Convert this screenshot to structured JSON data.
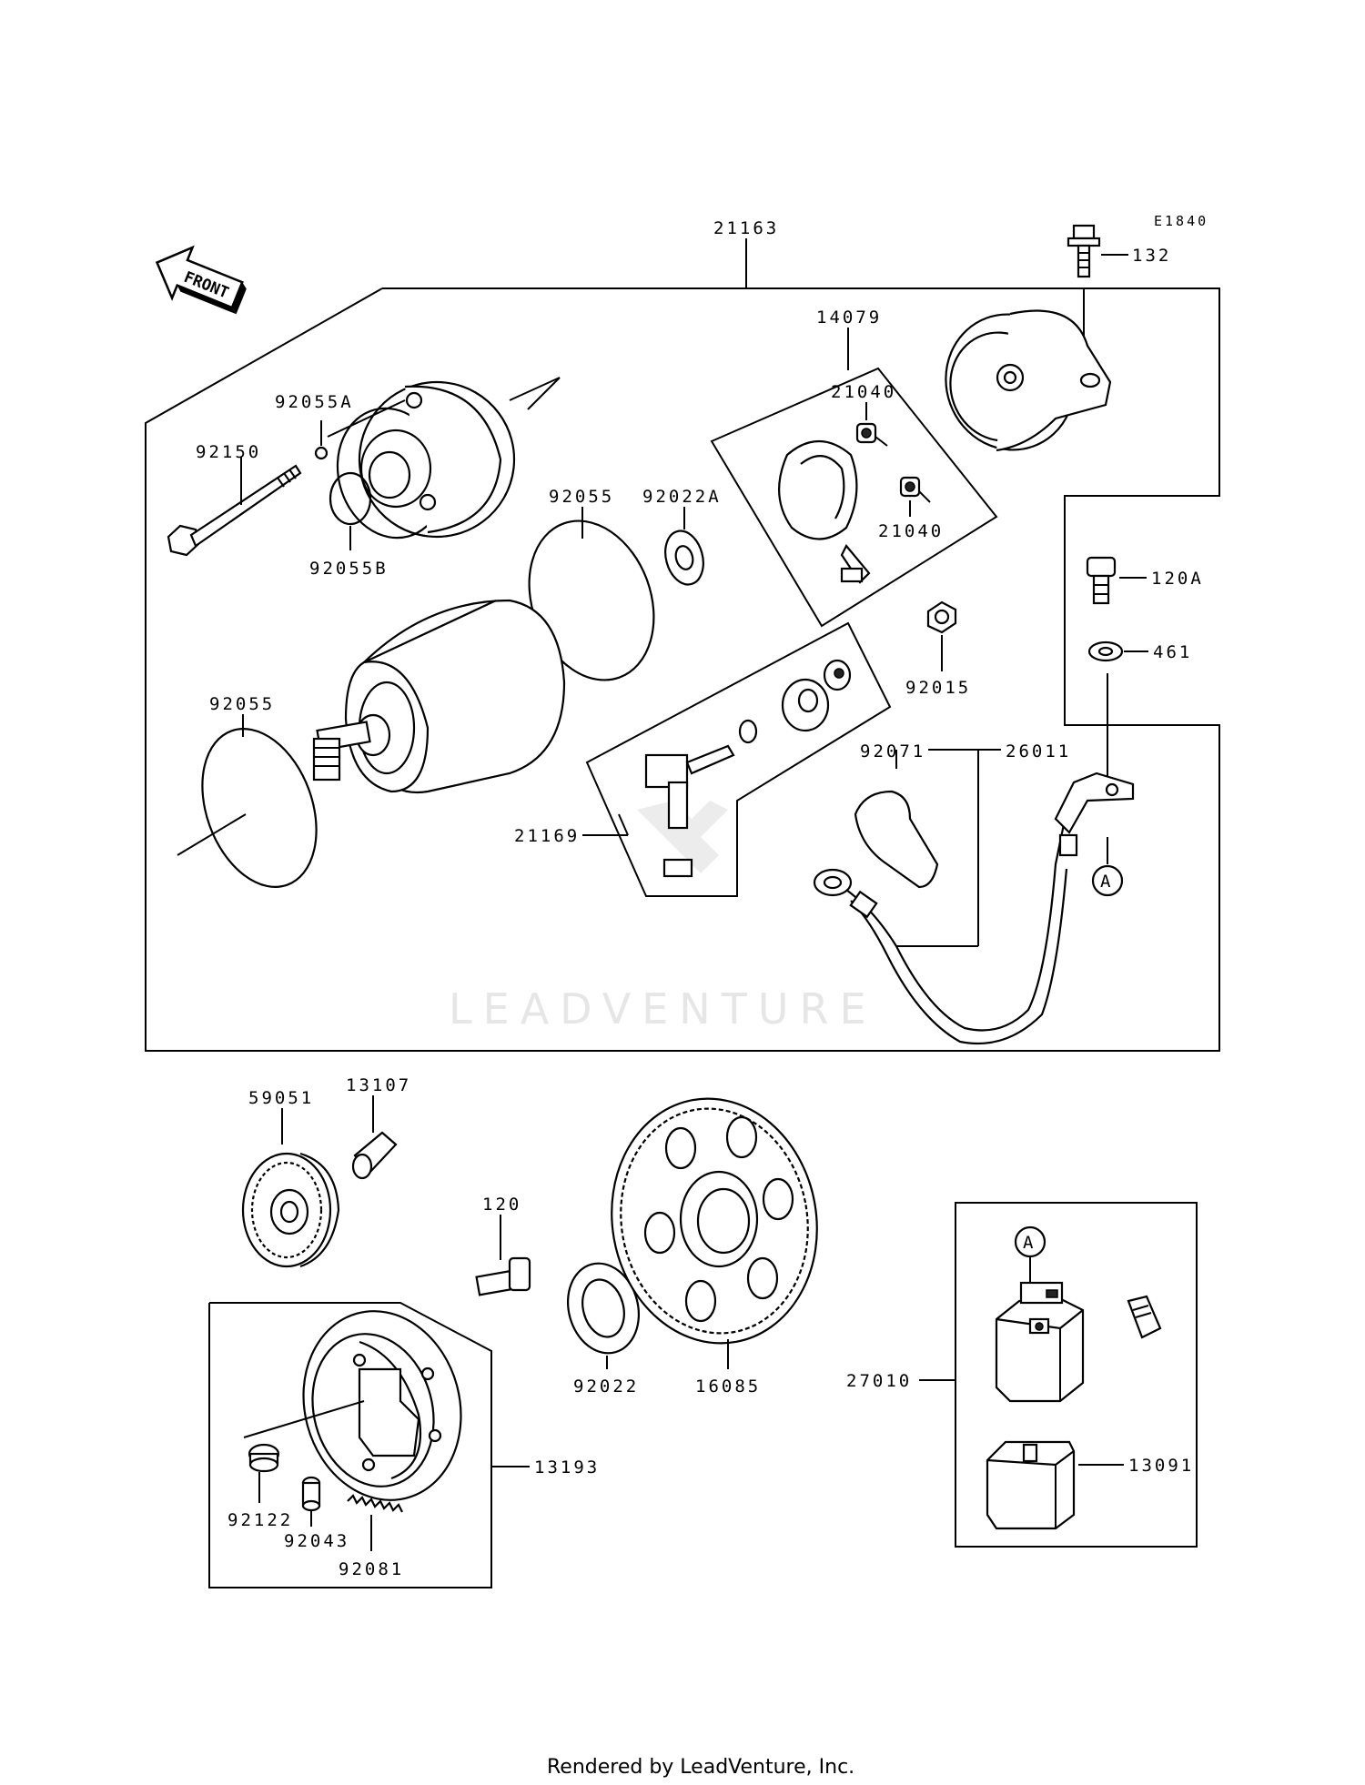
{
  "diagram_code": "E1840",
  "front_label": "FRONT",
  "watermark": "LEADVENTURE",
  "footer": "Rendered by LeadVenture, Inc.",
  "callout_marker": "A",
  "parts": {
    "p21163": "21163",
    "p132": "132",
    "p14079": "14079",
    "p21040a": "21040",
    "p21040b": "21040",
    "p92055A": "92055A",
    "p92150": "92150",
    "p92055B": "92055B",
    "p92055a": "92055",
    "p92022A": "92022A",
    "p120A": "120A",
    "p461": "461",
    "p92015": "92015",
    "p92055b": "92055",
    "p92071": "92071",
    "p26011": "26011",
    "p21169": "21169",
    "p59051": "59051",
    "p13107": "13107",
    "p120": "120",
    "p92022": "92022",
    "p16085": "16085",
    "p27010": "27010",
    "p13091": "13091",
    "p13193": "13193",
    "p92122": "92122",
    "p92043": "92043",
    "p92081": "92081"
  }
}
